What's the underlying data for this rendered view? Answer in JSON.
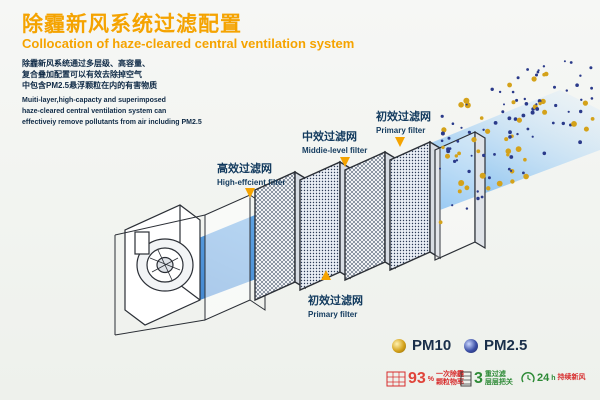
{
  "title": {
    "cn": "除霾新风系统过滤配置",
    "en": "Collocation of haze-cleared central ventilation system"
  },
  "intro": {
    "cn_lines": [
      "除霾新风系统通过多层级、高容量、",
      "复合叠加配置可以有效去除掉空气",
      "中包含PM2.5悬浮颗粒在内的有害物质"
    ],
    "en_lines": [
      "Muiti-layer,high-capacty and superimposed",
      "haze-cleared central ventilation system can",
      "effectiveiy remove pollutants from air including PM2.5"
    ]
  },
  "filters": {
    "high": {
      "cn": "高效过滤网",
      "en": "High-effcient filter"
    },
    "middle": {
      "cn": "中效过滤网",
      "en": "Middie-level filter"
    },
    "primary_top": {
      "cn": "初效过滤网",
      "en": "Primary filter"
    },
    "primary_bottom": {
      "cn": "初效过滤网",
      "en": "Primary filter"
    }
  },
  "legend": {
    "pm10": "PM10",
    "pm25": "PM2.5"
  },
  "badges": [
    {
      "big": "93",
      "unit": "%",
      "lines": [
        "一次除霾",
        "颗粒物率"
      ]
    },
    {
      "big": "3",
      "lines": [
        "重过滤",
        "层层把关"
      ]
    },
    {
      "big": "24",
      "unit": "h",
      "lines": [
        "持续新风"
      ]
    }
  ],
  "colors": {
    "accent": "#f5a300",
    "label": "#123a5e",
    "airflow": "#2f8fe0",
    "pm10": "#d4a21a",
    "pm25": "#2a3a8a"
  }
}
